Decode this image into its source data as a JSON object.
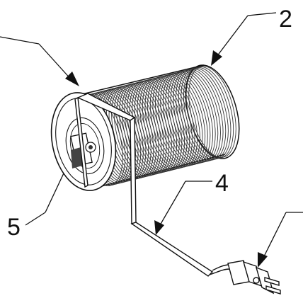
{
  "figure": {
    "labels": {
      "label_2": "2",
      "label_4": "4",
      "label_5": "5"
    },
    "colors": {
      "line": "#111111",
      "background": "#ffffff",
      "shade": "#555555"
    }
  }
}
